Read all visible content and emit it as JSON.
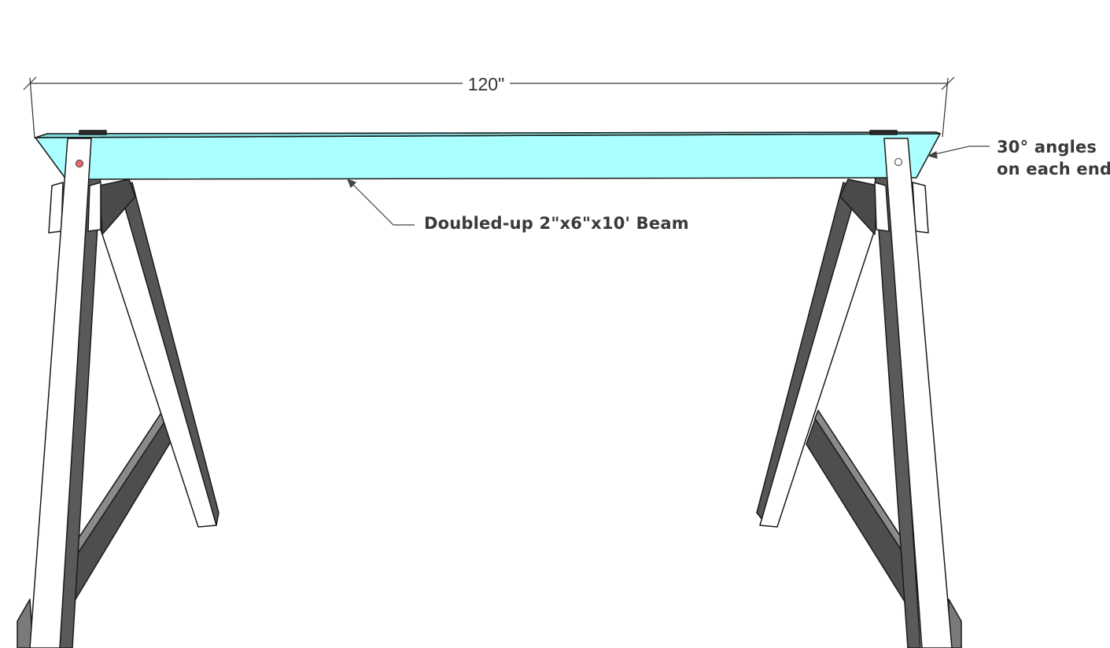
{
  "dimension": {
    "length_label": "120\""
  },
  "callouts": {
    "beam": "Doubled-up 2\"x6\"x10' Beam",
    "angles_line1": "30° angles",
    "angles_line2": "on each end"
  },
  "colors": {
    "beam": "#aaffff",
    "leg_white": "#ffffff",
    "leg_shade": "#5a5a5a",
    "brace_dark": "#4a4a4a",
    "screw": "#e96a6a",
    "outline": "#1a1a1a"
  }
}
